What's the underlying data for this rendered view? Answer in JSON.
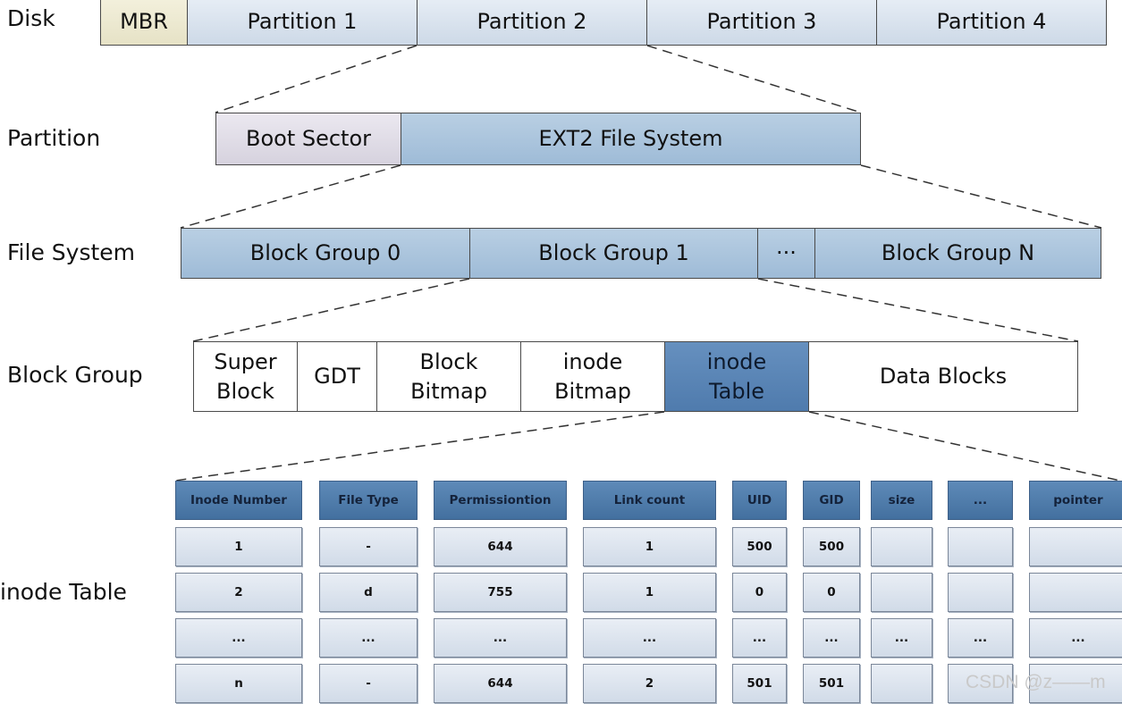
{
  "rows": {
    "disk": "Disk",
    "partition": "Partition",
    "file_system": "File System",
    "block_group": "Block Group",
    "inode_table": "inode Table"
  },
  "disk": {
    "mbr": "MBR",
    "partitions": [
      "Partition 1",
      "Partition 2",
      "Partition 3",
      "Partition 4"
    ]
  },
  "partition": {
    "boot_sector": "Boot Sector",
    "fs": "EXT2 File System"
  },
  "file_system": {
    "groups": [
      "Block Group 0",
      "Block Group 1",
      "···",
      "Block Group N"
    ]
  },
  "block_group": {
    "parts": [
      "Super\nBlock",
      "GDT",
      "Block\nBitmap",
      "inode\nBitmap",
      "inode\nTable",
      "Data Blocks"
    ]
  },
  "inode_table": {
    "headers": [
      "Inode Number",
      "File Type",
      "Permissiontion",
      "Link count",
      "UID",
      "GID",
      "size",
      "...",
      "pointer"
    ],
    "rows": [
      [
        "1",
        "-",
        "644",
        "1",
        "500",
        "500",
        "",
        "",
        ""
      ],
      [
        "2",
        "d",
        "755",
        "1",
        "0",
        "0",
        "",
        "",
        ""
      ],
      [
        "...",
        "...",
        "...",
        "...",
        "...",
        "...",
        "...",
        "...",
        "..."
      ],
      [
        "n",
        "-",
        "644",
        "2",
        "501",
        "501",
        "",
        "",
        ""
      ]
    ]
  },
  "watermark": "CSDN @z——m",
  "colors": {
    "light_blue": "#dbe4ef",
    "mid_blue": "#adc6de",
    "dark_blue": "#5a86b6",
    "beige": "#ece8d0",
    "lavender": "#e0dce6"
  }
}
